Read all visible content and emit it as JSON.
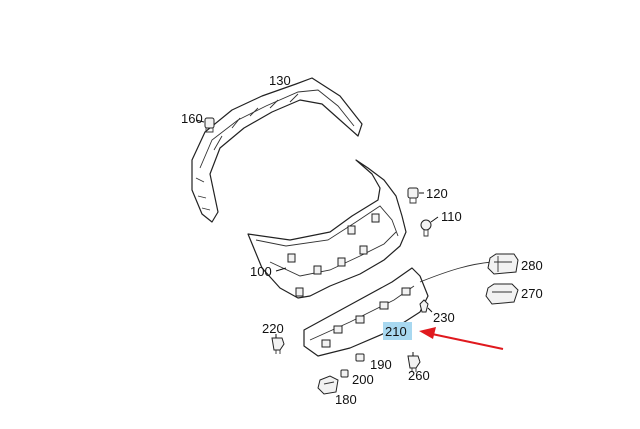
{
  "labels": {
    "p130": "130",
    "p160": "160",
    "p120": "120",
    "p110": "110",
    "p100": "100",
    "p280": "280",
    "p270": "270",
    "p230": "230",
    "p220": "220",
    "p210": "210",
    "p190": "190",
    "p200": "200",
    "p260": "260",
    "p180": "180"
  },
  "highlight": {
    "part": "210",
    "color": "#a8d8f0"
  },
  "arrow_color": "#e0191e"
}
